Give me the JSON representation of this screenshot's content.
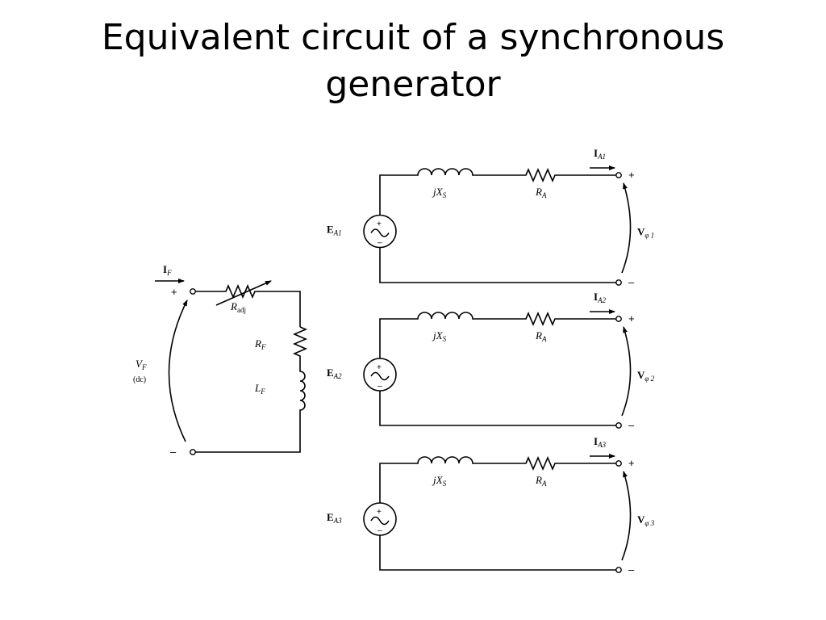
{
  "title": {
    "line1": "Equivalent circuit of a synchronous",
    "line2": "generator"
  },
  "field_circuit": {
    "current_label": "I",
    "current_sub": "F",
    "voltage_label": "V",
    "voltage_sub": "F",
    "voltage_note": "(dc)",
    "plus": "+",
    "minus": "–",
    "r_adj_label": "R",
    "r_adj_sub": "adj",
    "r_f_label": "R",
    "r_f_sub": "F",
    "l_f_label": "L",
    "l_f_sub": "F"
  },
  "phases": [
    {
      "source_label": "E",
      "source_sub": "A1",
      "reactance_label": "jX",
      "reactance_sub": "S",
      "resistance_label": "R",
      "resistance_sub": "A",
      "current_label": "I",
      "current_sub": "A1",
      "voltage_label": "V",
      "voltage_sub": "φ 1",
      "plus": "+",
      "minus": "–"
    },
    {
      "source_label": "E",
      "source_sub": "A2",
      "reactance_label": "jX",
      "reactance_sub": "S",
      "resistance_label": "R",
      "resistance_sub": "A",
      "current_label": "I",
      "current_sub": "A2",
      "voltage_label": "V",
      "voltage_sub": "φ 2",
      "plus": "+",
      "minus": "–"
    },
    {
      "source_label": "E",
      "source_sub": "A3",
      "reactance_label": "jX",
      "reactance_sub": "S",
      "resistance_label": "R",
      "resistance_sub": "A",
      "current_label": "I",
      "current_sub": "A3",
      "voltage_label": "V",
      "voltage_sub": "φ 3",
      "plus": "+",
      "minus": "–"
    }
  ]
}
